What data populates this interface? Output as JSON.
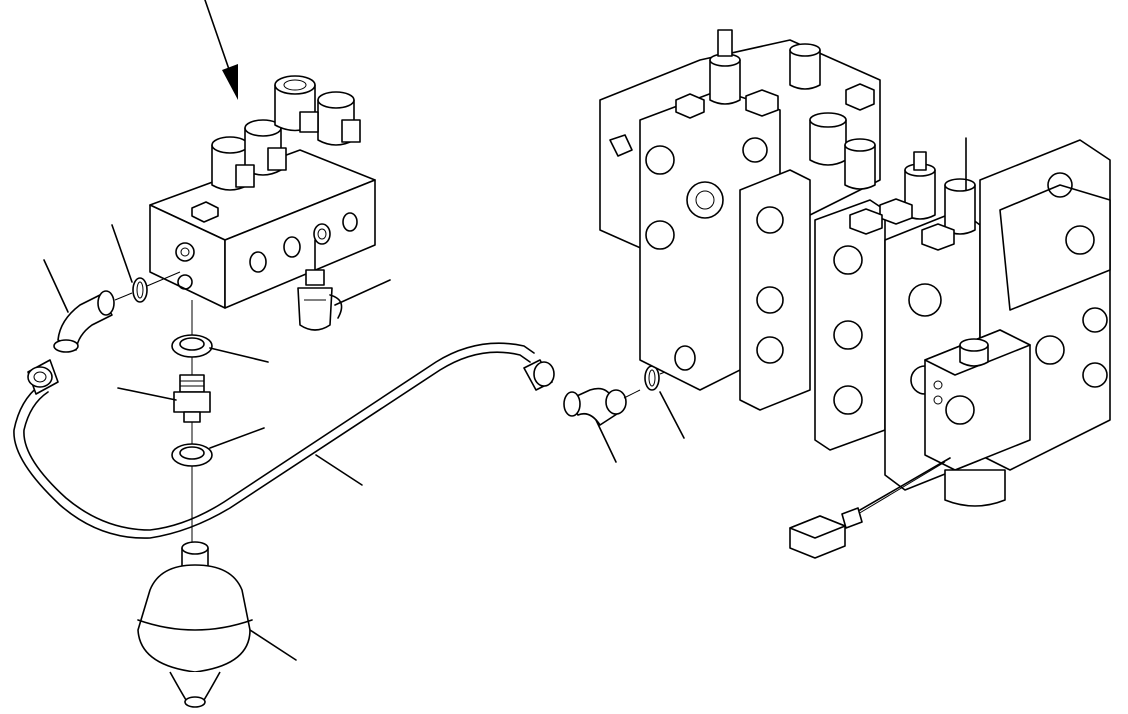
{
  "diagram": {
    "kind": "exploded-parts-illustration",
    "colors": {
      "line": "#000000",
      "background": "#ffffff"
    },
    "parts": [
      "solenoid-valve-block",
      "o-ring-left",
      "elbow-fitting-left",
      "hose-end-left",
      "plug-fitting",
      "seal-washer-upper",
      "adapter-fitting",
      "seal-washer-lower",
      "accumulator",
      "pipe",
      "hose-end-right",
      "elbow-fitting-right",
      "o-ring-right",
      "main-control-valve",
      "electrical-connector"
    ],
    "callout_labels": []
  }
}
